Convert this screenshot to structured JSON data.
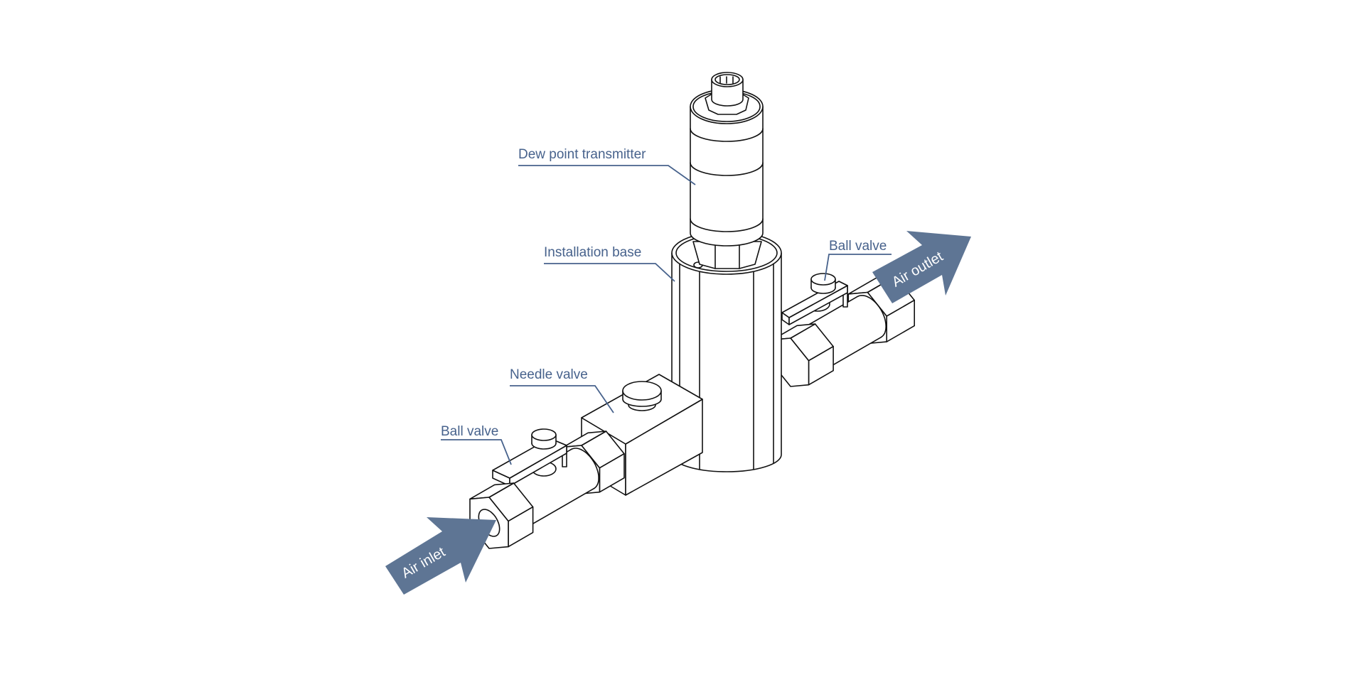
{
  "colors": {
    "label": "#47628c",
    "arrow": "#5e7594",
    "line": "#111111"
  },
  "labels": {
    "transmitter": "Dew point transmitter",
    "base": "Installation base",
    "needle_valve": "Needle valve",
    "ball_valve_inlet": "Ball valve",
    "ball_valve_outlet": "Ball valve"
  },
  "arrows": {
    "inlet": "Air inlet",
    "outlet": "Air outlet"
  }
}
